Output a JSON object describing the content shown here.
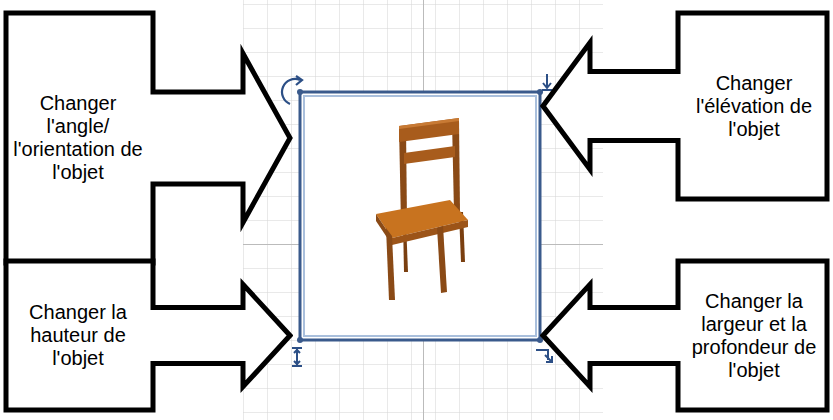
{
  "diagram": {
    "nodes": [
      {
        "text": [
          "Changer l'angle/ l'orientation de l'objet"
        ]
      },
      {
        "text": [
          "Changer l'élévation de l'objet"
        ]
      },
      {
        "text": [
          "Changer la hauteur de l'objet"
        ]
      },
      {
        "text": [
          "Changer la largeur et la profondeur de l'objet"
        ]
      }
    ]
  }
}
